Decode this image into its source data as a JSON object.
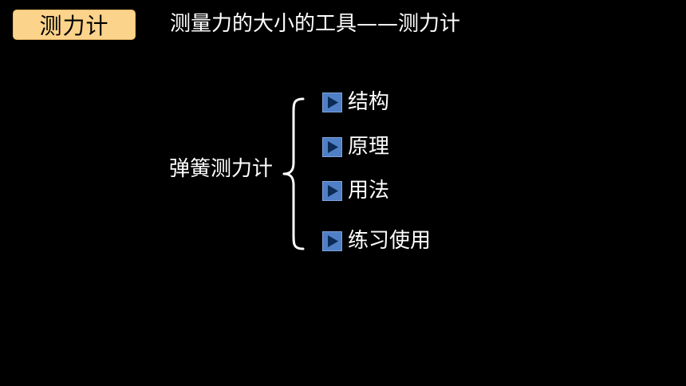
{
  "header": {
    "badge_text": "测力计",
    "subtitle": "测量力的大小的工具——测力计"
  },
  "diagram": {
    "group_label": "弹簧测力计",
    "items": [
      {
        "label": "结构",
        "icon": "play-triangle-icon"
      },
      {
        "label": "原理",
        "icon": "play-triangle-icon"
      },
      {
        "label": "用法",
        "icon": "play-triangle-icon"
      },
      {
        "label": "练习使用",
        "icon": "play-triangle-icon"
      }
    ]
  },
  "colors": {
    "background": "#000000",
    "badge_fill": "#fcd38a",
    "marker_fill": "#4f7fc6",
    "text": "#ffffff"
  }
}
